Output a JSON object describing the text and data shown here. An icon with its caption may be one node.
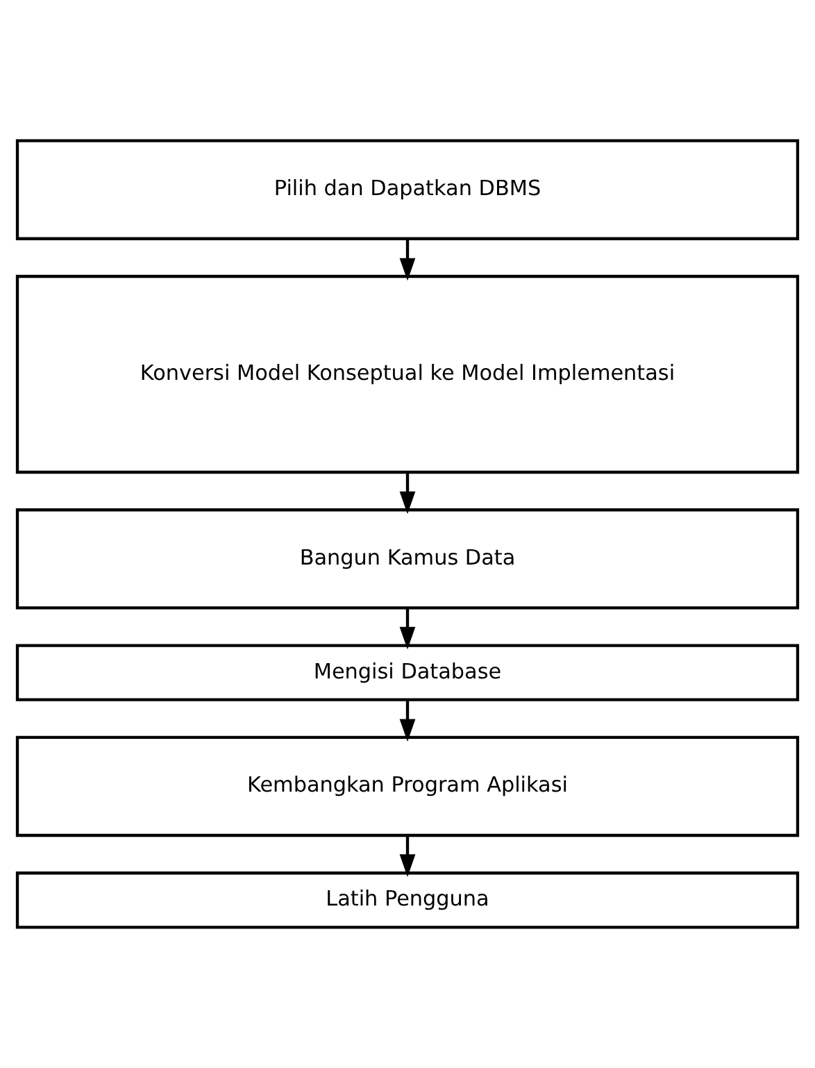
{
  "diagram": {
    "nodes": [
      {
        "text": [
          "Pilih dan Dapatkan DBMS"
        ]
      },
      {
        "text": [
          "Konversi Model Konseptual ke Model Implementasi"
        ]
      },
      {
        "text": [
          "Bangun Kamus Data"
        ]
      },
      {
        "text": [
          "Mengisi Database"
        ]
      },
      {
        "text": [
          "Kembangkan Program Aplikasi"
        ]
      },
      {
        "text": [
          "Latih Pengguna"
        ]
      }
    ],
    "edges": [
      {
        "from": 0,
        "to": 1,
        "arrow": "to"
      },
      {
        "from": 1,
        "to": 2,
        "arrow": "to"
      },
      {
        "from": 2,
        "to": 3,
        "arrow": "to"
      },
      {
        "from": 3,
        "to": 4,
        "arrow": "to"
      },
      {
        "from": 4,
        "to": 5,
        "arrow": "to"
      }
    ]
  }
}
